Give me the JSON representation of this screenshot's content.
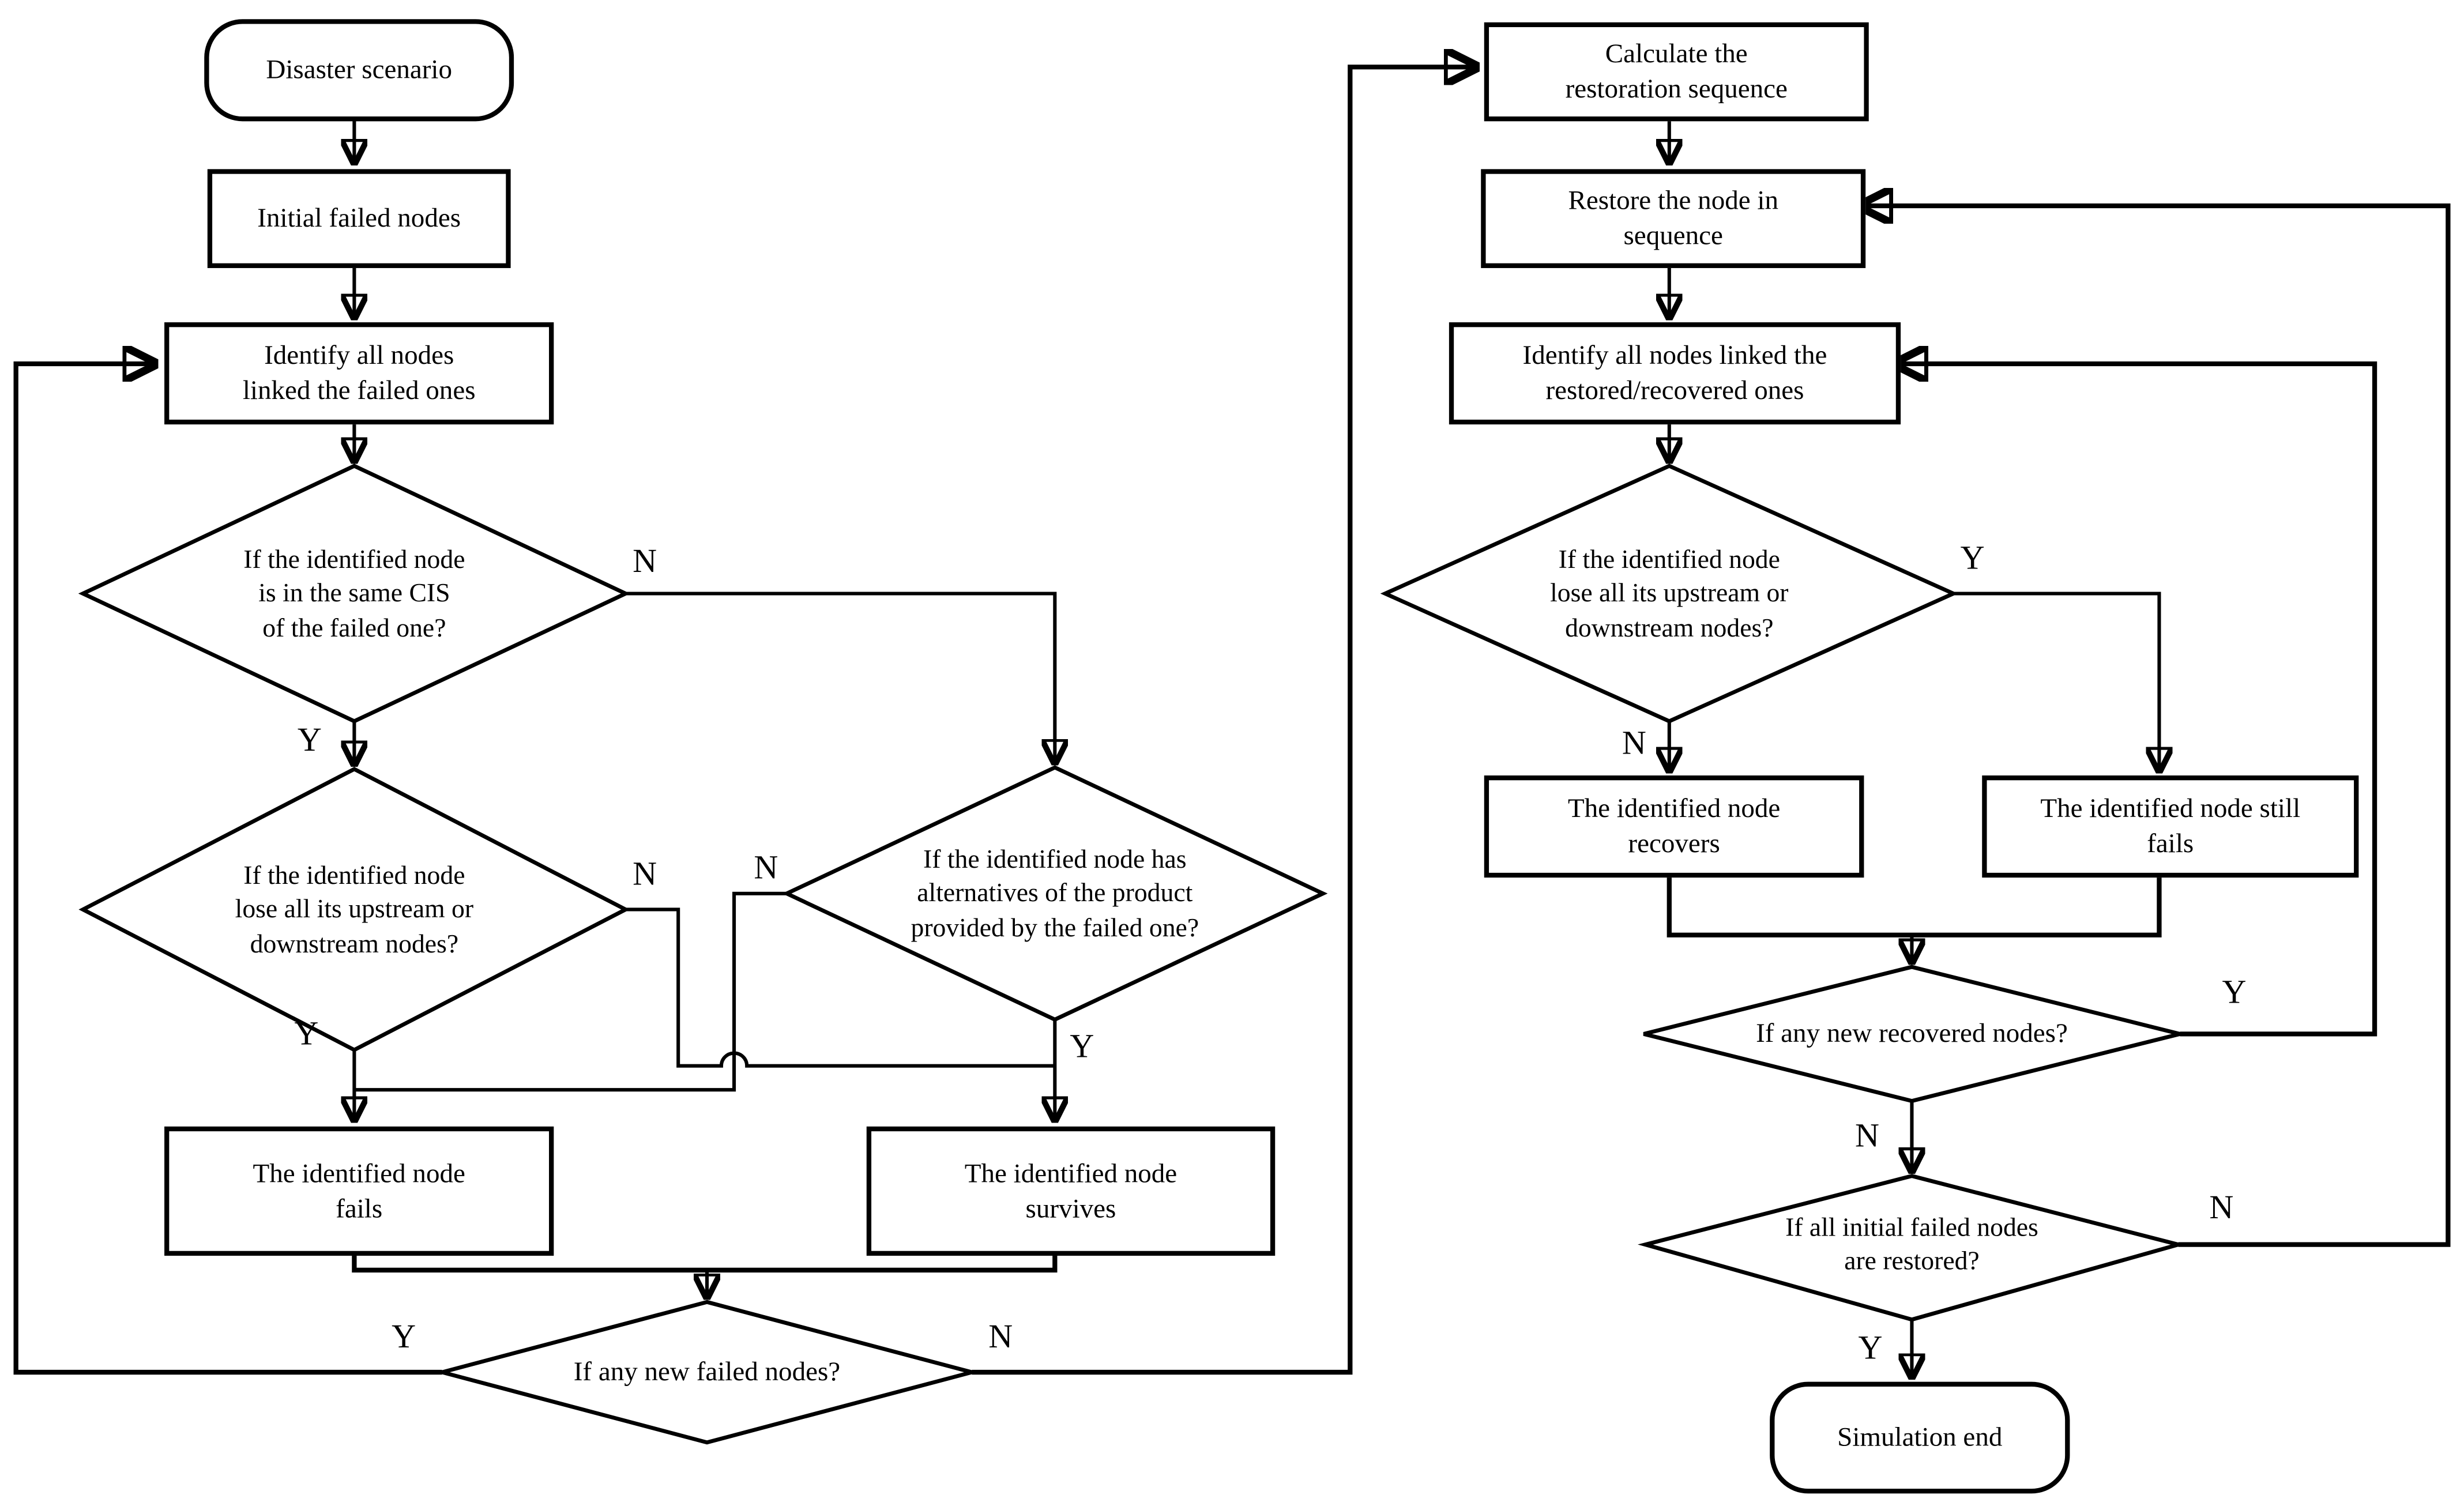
{
  "colors": {
    "line": "#000000",
    "fill": "#ffffff"
  },
  "nodes": {
    "disaster": "Disaster scenario",
    "initial_failed": "Initial failed nodes",
    "identify_failed": "Identify all nodes\nlinked the failed ones",
    "same_cis": "If the identified node\nis in the same CIS\nof the failed one?",
    "lose_updown_left": "If the identified node\nlose all its upstream or\ndownstream nodes?",
    "alternatives": "If the identified node has\nalternatives of the product\nprovided by the failed one?",
    "node_fails": "The identified node\nfails",
    "node_survives": "The identified node\nsurvives",
    "new_failed": "If any new failed nodes?",
    "calc_restoration": "Calculate the\nrestoration sequence",
    "restore_node": "Restore the node in\nsequence",
    "identify_restored": "Identify all nodes linked the\nrestored/recovered ones",
    "lose_updown_right": "If the identified node\nlose all its upstream or\ndownstream nodes?",
    "node_recovers": "The identified node\nrecovers",
    "node_still_fails": "The identified node still\nfails",
    "new_recovered": "If any new recovered nodes?",
    "all_restored": "If all initial failed nodes\nare restored?",
    "sim_end": "Simulation end"
  },
  "edge_labels": {
    "same_cis_no": "N",
    "same_cis_yes": "Y",
    "lose_left_no": "N",
    "lose_left_yes": "Y",
    "alternatives_no": "N",
    "alternatives_yes": "Y",
    "new_failed_yes": "Y",
    "new_failed_no": "N",
    "lose_right_yes": "Y",
    "lose_right_no": "N",
    "new_recovered_yes": "Y",
    "new_recovered_no": "N",
    "all_restored_no": "N",
    "all_restored_yes": "Y"
  }
}
